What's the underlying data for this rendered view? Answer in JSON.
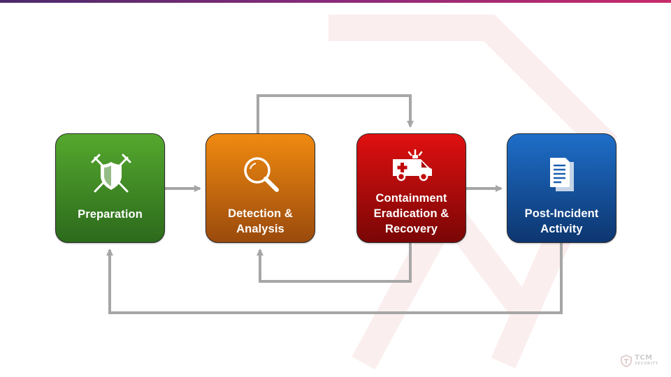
{
  "colors": {
    "preparation": "#4e9e2a",
    "detection": "#e07d10",
    "containment": "#c80a0a",
    "post_incident": "#1a5fb0",
    "arrow": "#a6a6a6"
  },
  "stages": [
    {
      "id": "preparation",
      "label_lines": [
        "Preparation"
      ],
      "icon": "shield-swords-icon"
    },
    {
      "id": "detection",
      "label_lines": [
        "Detection &",
        "Analysis"
      ],
      "icon": "magnifier-icon"
    },
    {
      "id": "containment",
      "label_lines": [
        "Containment",
        "Eradication &",
        "Recovery"
      ],
      "icon": "ambulance-icon"
    },
    {
      "id": "post",
      "label_lines": [
        "Post-Incident",
        "Activity"
      ],
      "icon": "document-icon"
    }
  ],
  "logo": {
    "name": "TCM",
    "tagline": "SECURITY"
  }
}
